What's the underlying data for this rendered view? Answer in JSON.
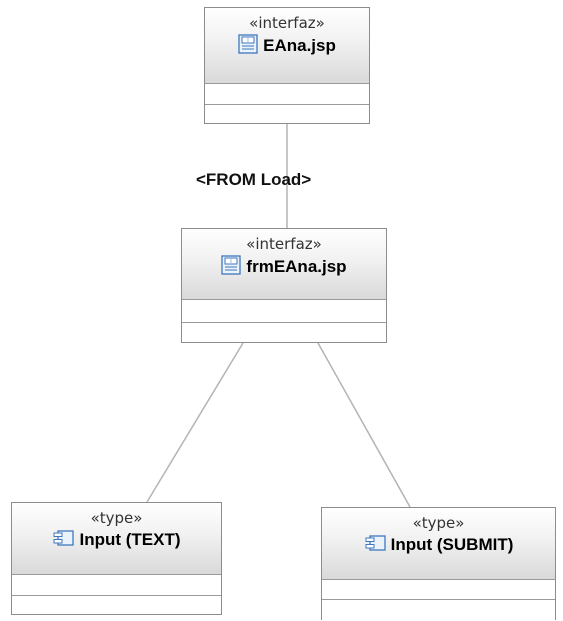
{
  "nodes": {
    "eana": {
      "stereotype": "«interfaz»",
      "name": "EAna.jsp",
      "icon": "interface-icon"
    },
    "frmeana": {
      "stereotype": "«interfaz»",
      "name": "frmEAna.jsp",
      "icon": "interface-icon"
    },
    "input_text": {
      "stereotype": "«type»",
      "name": "Input (TEXT)",
      "icon": "component-icon"
    },
    "input_submit": {
      "stereotype": "«type»",
      "name": "Input (SUBMIT)",
      "icon": "component-icon"
    }
  },
  "links": {
    "eana_to_frm": {
      "label": "<FROM Load>"
    }
  },
  "colors": {
    "border": "#8c8c8c",
    "line": "#b4b4b4",
    "icon_blue": "#3f77bd"
  }
}
